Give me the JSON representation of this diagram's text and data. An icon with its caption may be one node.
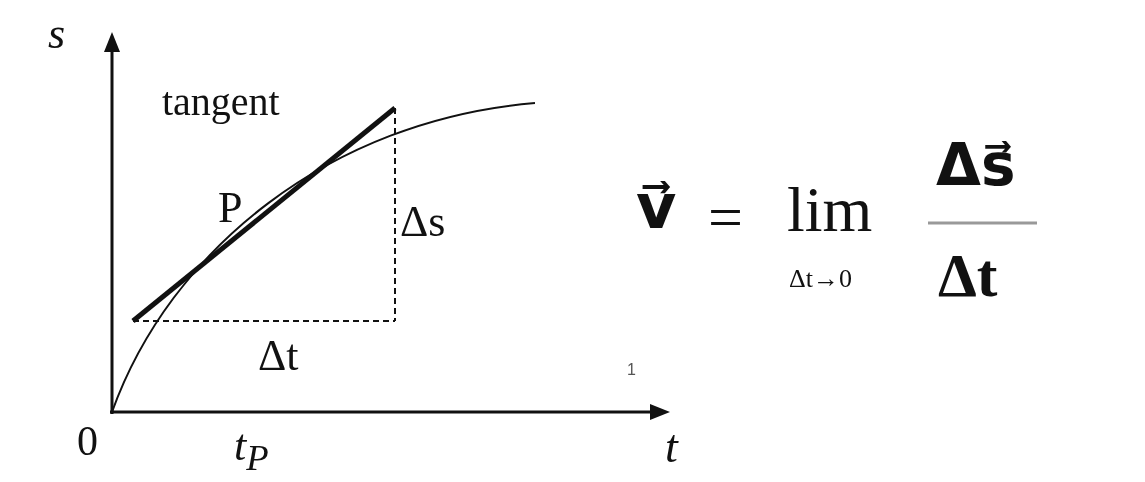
{
  "diagram": {
    "labels": [
      "s",
      "tangent",
      "P",
      "Δs",
      "Δt",
      "1",
      "0",
      "t$_{P}$",
      "t",
      "v⃗",
      "=",
      "lim",
      "Δt→0",
      "Δs⃗",
      "Δt"
    ]
  }
}
